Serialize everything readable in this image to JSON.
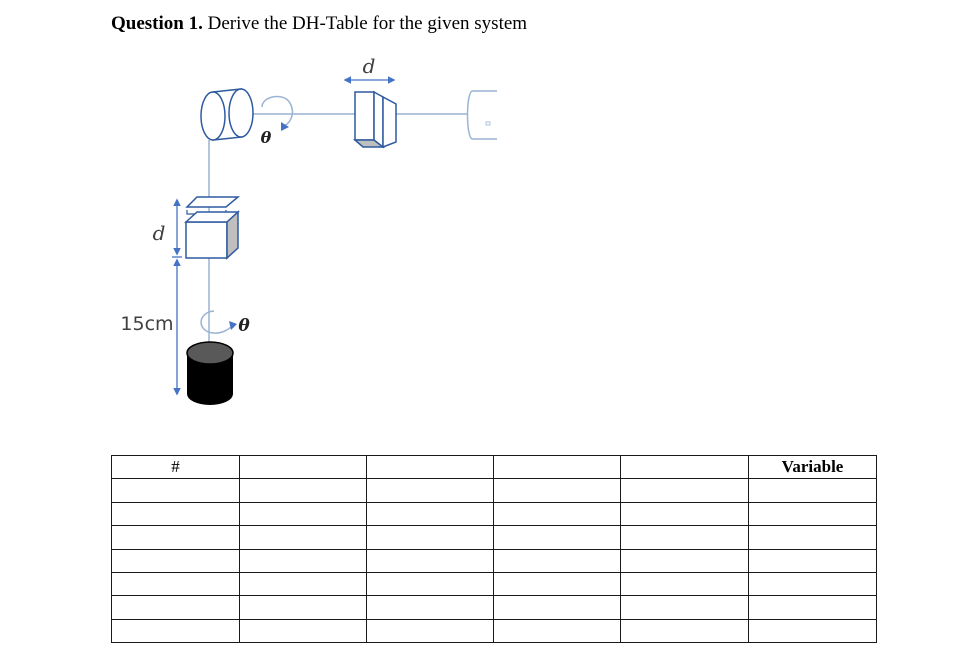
{
  "question": {
    "label": "Question 1.",
    "text": " Derive the DH-Table for the given system"
  },
  "diagram": {
    "labels": {
      "d_top": "d",
      "theta_top": "θ",
      "d_left": "d",
      "len_15": "15cm",
      "theta_bottom": "θ"
    },
    "colors": {
      "line": "#9ab4d4",
      "outline": "#2e5aa0",
      "arrow": "#4472c4",
      "base": "#000000",
      "base_top": "#595959",
      "shade": "#bfbfbf"
    }
  },
  "table": {
    "header": [
      "#",
      "",
      "",
      "",
      "",
      "Variable"
    ],
    "rows": [
      [
        "",
        "",
        "",
        "",
        "",
        ""
      ],
      [
        "",
        "",
        "",
        "",
        "",
        ""
      ],
      [
        "",
        "",
        "",
        "",
        "",
        ""
      ],
      [
        "",
        "",
        "",
        "",
        "",
        ""
      ],
      [
        "",
        "",
        "",
        "",
        "",
        ""
      ],
      [
        "",
        "",
        "",
        "",
        "",
        ""
      ],
      [
        "",
        "",
        "",
        "",
        "",
        ""
      ]
    ]
  }
}
